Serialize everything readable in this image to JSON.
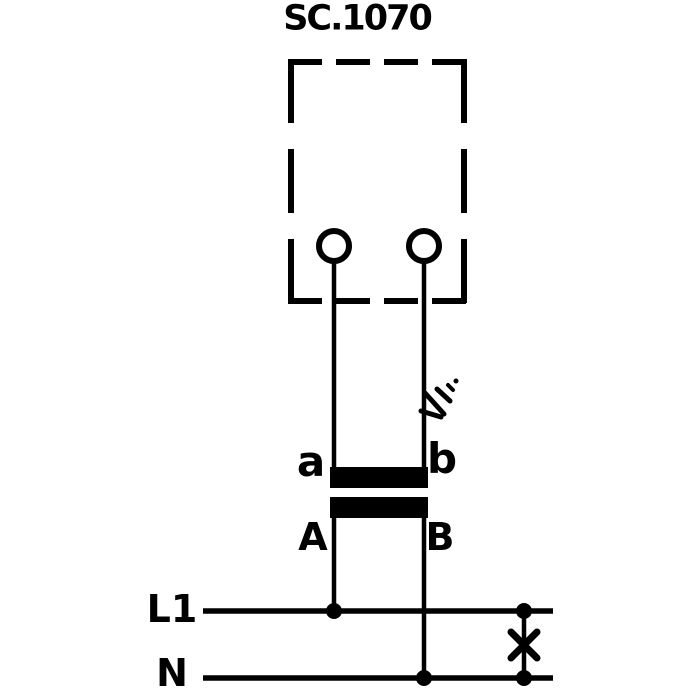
{
  "title": "SC.1070",
  "terminals": {
    "secondary_left": "a",
    "secondary_right": "b",
    "primary_left": "A",
    "primary_right": "B"
  },
  "mains": {
    "phase": "L1",
    "neutral": "N"
  },
  "colors": {
    "ink": "#000000",
    "background": "#ffffff"
  },
  "icons": {
    "device_enclosure": "dashed-outline-box",
    "terminal": "open-circle",
    "coupler": "twin-black-bar-transformer",
    "actuation": "diagonal-arrow-dashed-tail",
    "load": "x-cross",
    "junction": "filled-dot"
  }
}
